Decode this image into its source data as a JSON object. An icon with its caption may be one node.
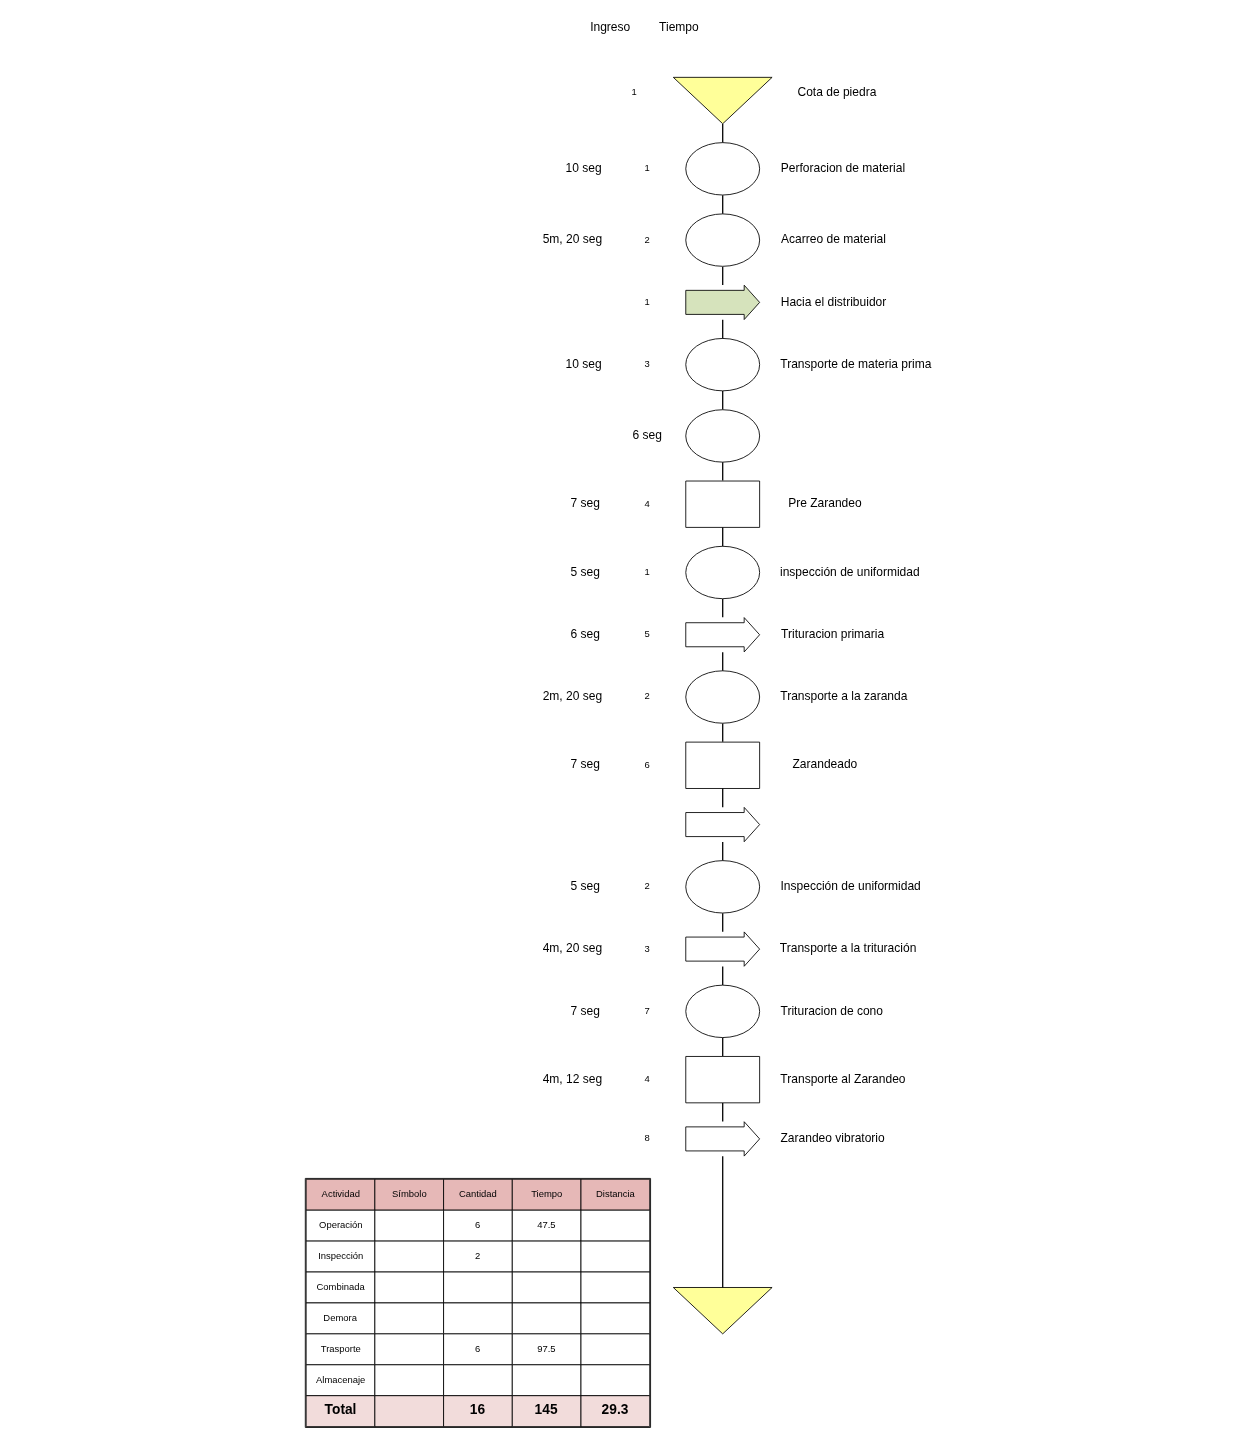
{
  "diagram": {
    "nodes": [
      {
        "text": [],
        "shape": "triangle",
        "beside": [
          "1",
          "Cota de piedra"
        ]
      },
      {
        "text": [],
        "shape": "circle",
        "beside": [
          "10 seg",
          "1",
          "Perforacion de material"
        ]
      },
      {
        "text": [],
        "shape": "circle",
        "beside": [
          "5m, 20 seg",
          "2",
          "Acarreo de material"
        ]
      },
      {
        "text": [],
        "shape": "arrow",
        "beside": [
          "1",
          "Hacia el distribuidor"
        ]
      },
      {
        "text": [],
        "shape": "circle",
        "beside": [
          "10 seg",
          "3",
          "Transporte de materia prima"
        ]
      },
      {
        "text": [],
        "shape": "circle",
        "beside": [
          "6 seg"
        ]
      },
      {
        "text": [],
        "shape": "box",
        "beside": [
          "7 seg",
          "4",
          "Pre Zarandeo"
        ]
      },
      {
        "text": [],
        "shape": "circle",
        "beside": [
          "5 seg",
          "1",
          "inspección de uniformidad"
        ]
      },
      {
        "text": [],
        "shape": "arrow",
        "beside": [
          "6 seg",
          "5",
          "Trituracion primaria"
        ]
      },
      {
        "text": [],
        "shape": "circle",
        "beside": [
          "2m, 20 seg",
          "2",
          "Transporte a la zaranda"
        ]
      },
      {
        "text": [],
        "shape": "box",
        "beside": [
          "7 seg",
          "6",
          "Zarandeado"
        ]
      },
      {
        "text": [],
        "shape": "arrow"
      },
      {
        "text": [],
        "shape": "circle",
        "beside": [
          "5 seg",
          "2",
          "Inspección de uniformidad"
        ]
      },
      {
        "text": [],
        "shape": "arrow",
        "beside": [
          "4m, 20 seg",
          "3",
          "Transporte a la trituración"
        ]
      },
      {
        "text": [],
        "shape": "circle",
        "beside": [
          "7 seg",
          "7",
          "Trituracion de cono"
        ]
      },
      {
        "text": [],
        "shape": "box",
        "beside": [
          "4m, 12 seg",
          "4",
          "Transporte al Zarandeo"
        ]
      },
      {
        "text": [],
        "shape": "arrow",
        "beside": [
          "8",
          "Zarandeo vibratorio"
        ]
      },
      {
        "text": [],
        "shape": "triangle"
      }
    ],
    "edges": [
      {
        "from": 0,
        "to": 1,
        "arrow": "none"
      },
      {
        "from": 1,
        "to": 2,
        "arrow": "none"
      },
      {
        "from": 2,
        "to": 3,
        "arrow": "none"
      },
      {
        "from": 3,
        "to": 4,
        "arrow": "none"
      },
      {
        "from": 4,
        "to": 5,
        "arrow": "none"
      },
      {
        "from": 5,
        "to": 6,
        "arrow": "none"
      },
      {
        "from": 6,
        "to": 7,
        "arrow": "none"
      },
      {
        "from": 7,
        "to": 8,
        "arrow": "none"
      },
      {
        "from": 8,
        "to": 9,
        "arrow": "none"
      },
      {
        "from": 9,
        "to": 10,
        "arrow": "none"
      },
      {
        "from": 10,
        "to": 11,
        "arrow": "none"
      },
      {
        "from": 11,
        "to": 12,
        "arrow": "none"
      },
      {
        "from": 12,
        "to": 13,
        "arrow": "none"
      },
      {
        "from": 13,
        "to": 14,
        "arrow": "none"
      },
      {
        "from": 14,
        "to": 15,
        "arrow": "none"
      },
      {
        "from": 15,
        "to": 16,
        "arrow": "none"
      },
      {
        "from": 16,
        "to": 17,
        "arrow": "none"
      }
    ],
    "labels": [
      "Ingreso",
      "Tiempo",
      "Actividad",
      "Símbolo",
      "Cantidad",
      "Tiempo",
      "Distancia",
      "Operación",
      "6",
      "47.5",
      "Inspección",
      "2",
      "Combinada",
      "Demora",
      "Trasporte",
      "6",
      "97.5",
      "Almacenaje",
      "Total",
      "16",
      "145",
      "29.3"
    ]
  }
}
